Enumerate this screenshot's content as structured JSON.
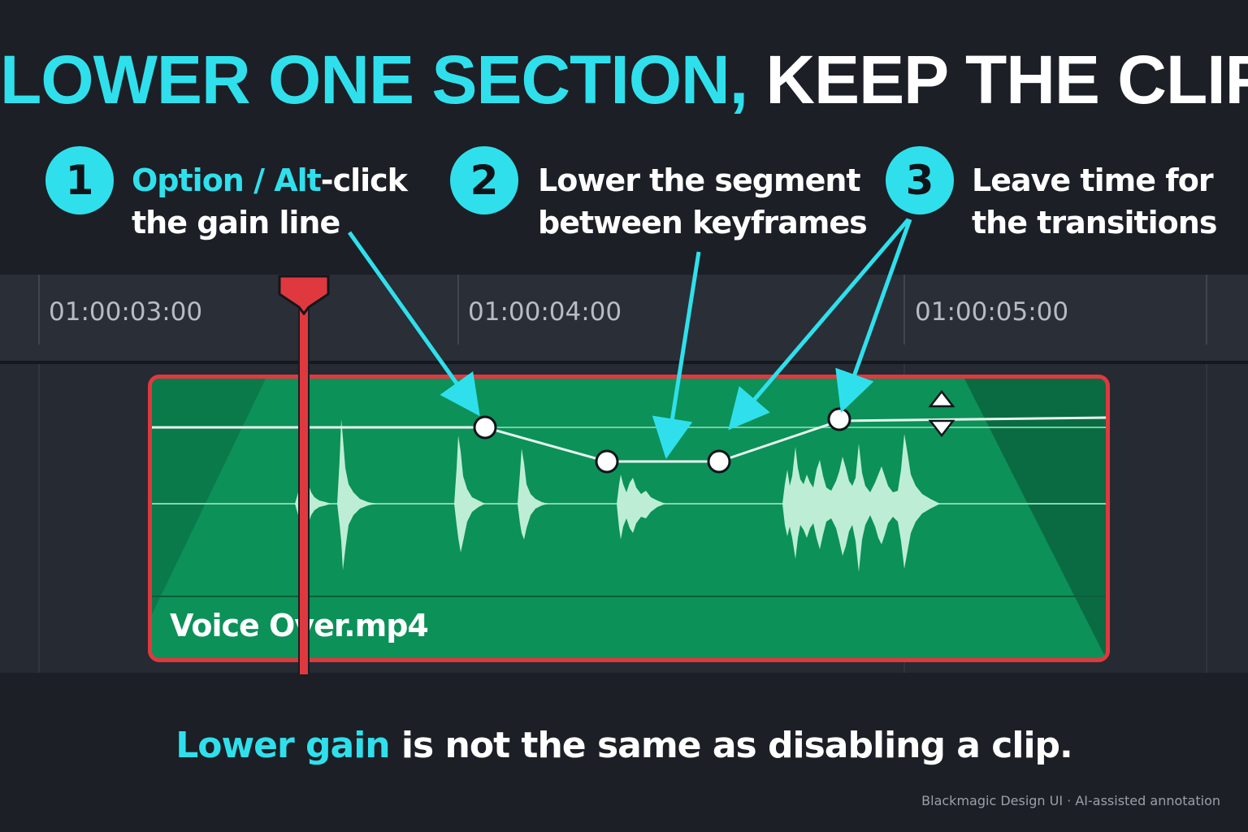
{
  "title": {
    "highlight": "LOWER ONE SECTION,",
    "rest": "KEEP THE CLIP"
  },
  "steps": [
    {
      "number": "1",
      "highlight": "Option / Alt",
      "line1_rest": "-click",
      "line2": "the gain line"
    },
    {
      "number": "2",
      "line1": "Lower the segment",
      "line2": "between keyframes"
    },
    {
      "number": "3",
      "line1": "Leave time for",
      "line2": "the transitions"
    }
  ],
  "timeline": {
    "timecodes": [
      "01:00:03:00",
      "01:00:04:00",
      "01:00:05:00"
    ]
  },
  "clip": {
    "name": "Voice Over.mp4"
  },
  "footer": {
    "highlight": "Lower gain",
    "rest": " is not the same as disabling a clip."
  },
  "credit": "Blackmagic Design UI · AI-assisted annotation",
  "colors": {
    "accent": "#2fe0ec",
    "clip_fill": "#0c9158",
    "clip_border": "#e0383f",
    "playhead": "#e0383f",
    "background": "#1c1f26"
  },
  "icons": {
    "gain_adjust": "up-down-triangle-icon",
    "playhead": "playhead-marker-icon",
    "keyframe": "keyframe-dot-icon"
  }
}
